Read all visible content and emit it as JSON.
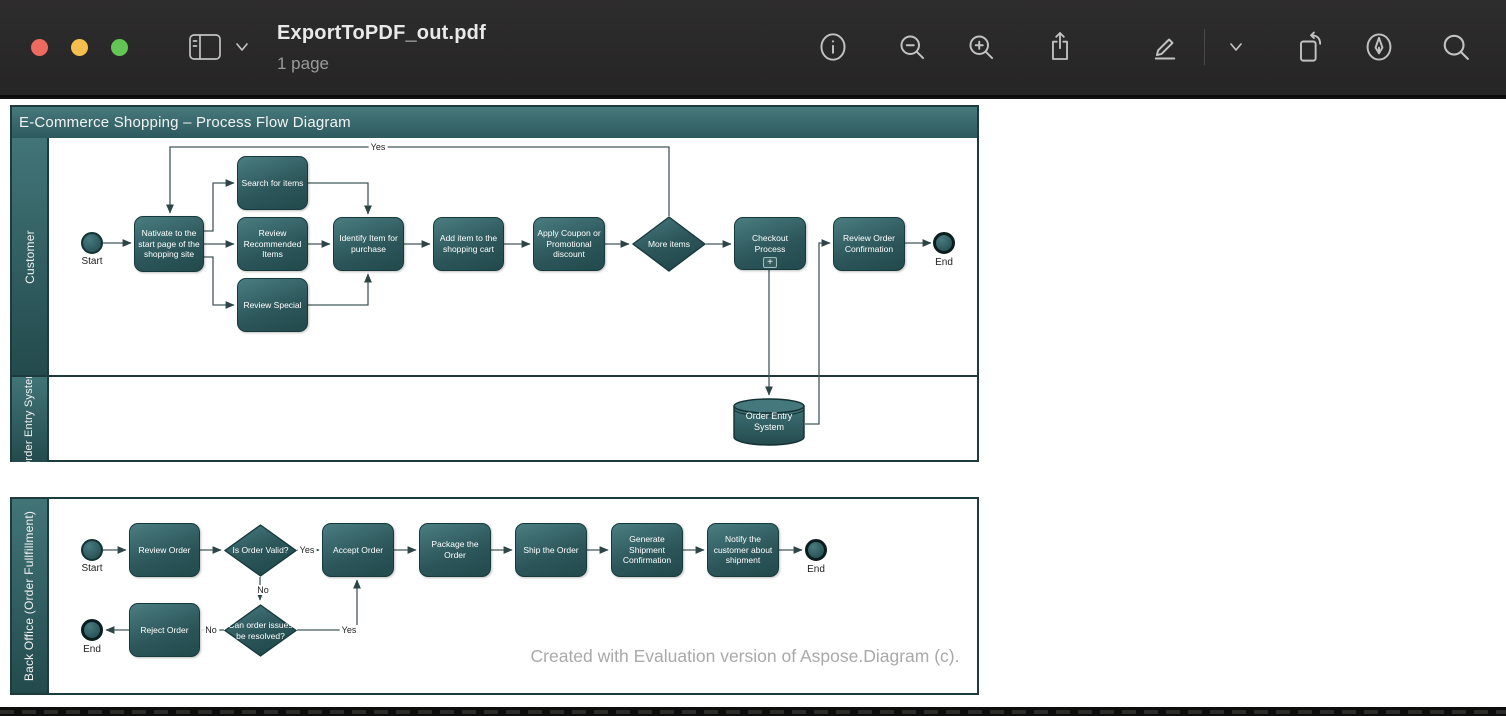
{
  "window": {
    "title": "ExportToPDF_out.pdf",
    "subtitle": "1 page",
    "traffic_lights": {
      "close": "#EC6A5E",
      "minimize": "#F5BF4F",
      "zoom": "#62C554"
    },
    "toolbar": {
      "icons": [
        "sidebar-toggle",
        "chevron-down",
        "info",
        "zoom-out",
        "zoom-in",
        "share",
        "markup",
        "markup-chevron-down",
        "rotate-left",
        "annotate-pen",
        "search"
      ]
    }
  },
  "colors": {
    "chrome_bg": "#2a2929",
    "node_teal_light": "#4a7d81",
    "node_teal_dark": "#224a4d",
    "pool_border": "#1d3a3c",
    "connector": "#44595b",
    "watermark_gray": "#a9a9a9"
  },
  "pool1": {
    "title": "E-Commerce Shopping – Process Flow Diagram",
    "lanes": [
      "Customer",
      "Order Entry System"
    ]
  },
  "pool2": {
    "lane": "Back Office (Order Fullfillment)"
  },
  "nodes": {
    "start1": "Start",
    "navigate": "Nativate to the start page of the shopping site",
    "search_items": "Search for items",
    "review_recommended": "Review Recommended Items",
    "review_special": "Review Special",
    "identify_item": "Identify Item for purchase",
    "add_item": "Add item to the shopping cart",
    "apply_coupon": "Apply Coupon or Promotional discount",
    "more_items": "More items",
    "checkout": "Checkout Process",
    "checkout_marker": "+",
    "review_order_confirmation": "Review Order Confirmation",
    "end1": "End",
    "order_entry_db": "Order Entry System",
    "start2": "Start",
    "review_order": "Review Order",
    "is_order_valid": "Is Order Valid?",
    "accept_order": "Accept Order",
    "package_order": "Package the Order",
    "ship_order": "Ship the Order",
    "generate_shipment": "Generate Shipment Confirmation",
    "notify_customer": "Notify the customer about shipment",
    "end2": "End",
    "can_resolve": "Can order issues be resolved?",
    "reject_order": "Reject Order",
    "end3": "End"
  },
  "edge_labels": {
    "yes_loop": "Yes",
    "yes_valid": "Yes",
    "no_valid": "No",
    "no_resolve": "No",
    "yes_resolve": "Yes"
  },
  "watermark": {
    "text": "Created with Evaluation version of Aspose.Diagram (c)."
  }
}
